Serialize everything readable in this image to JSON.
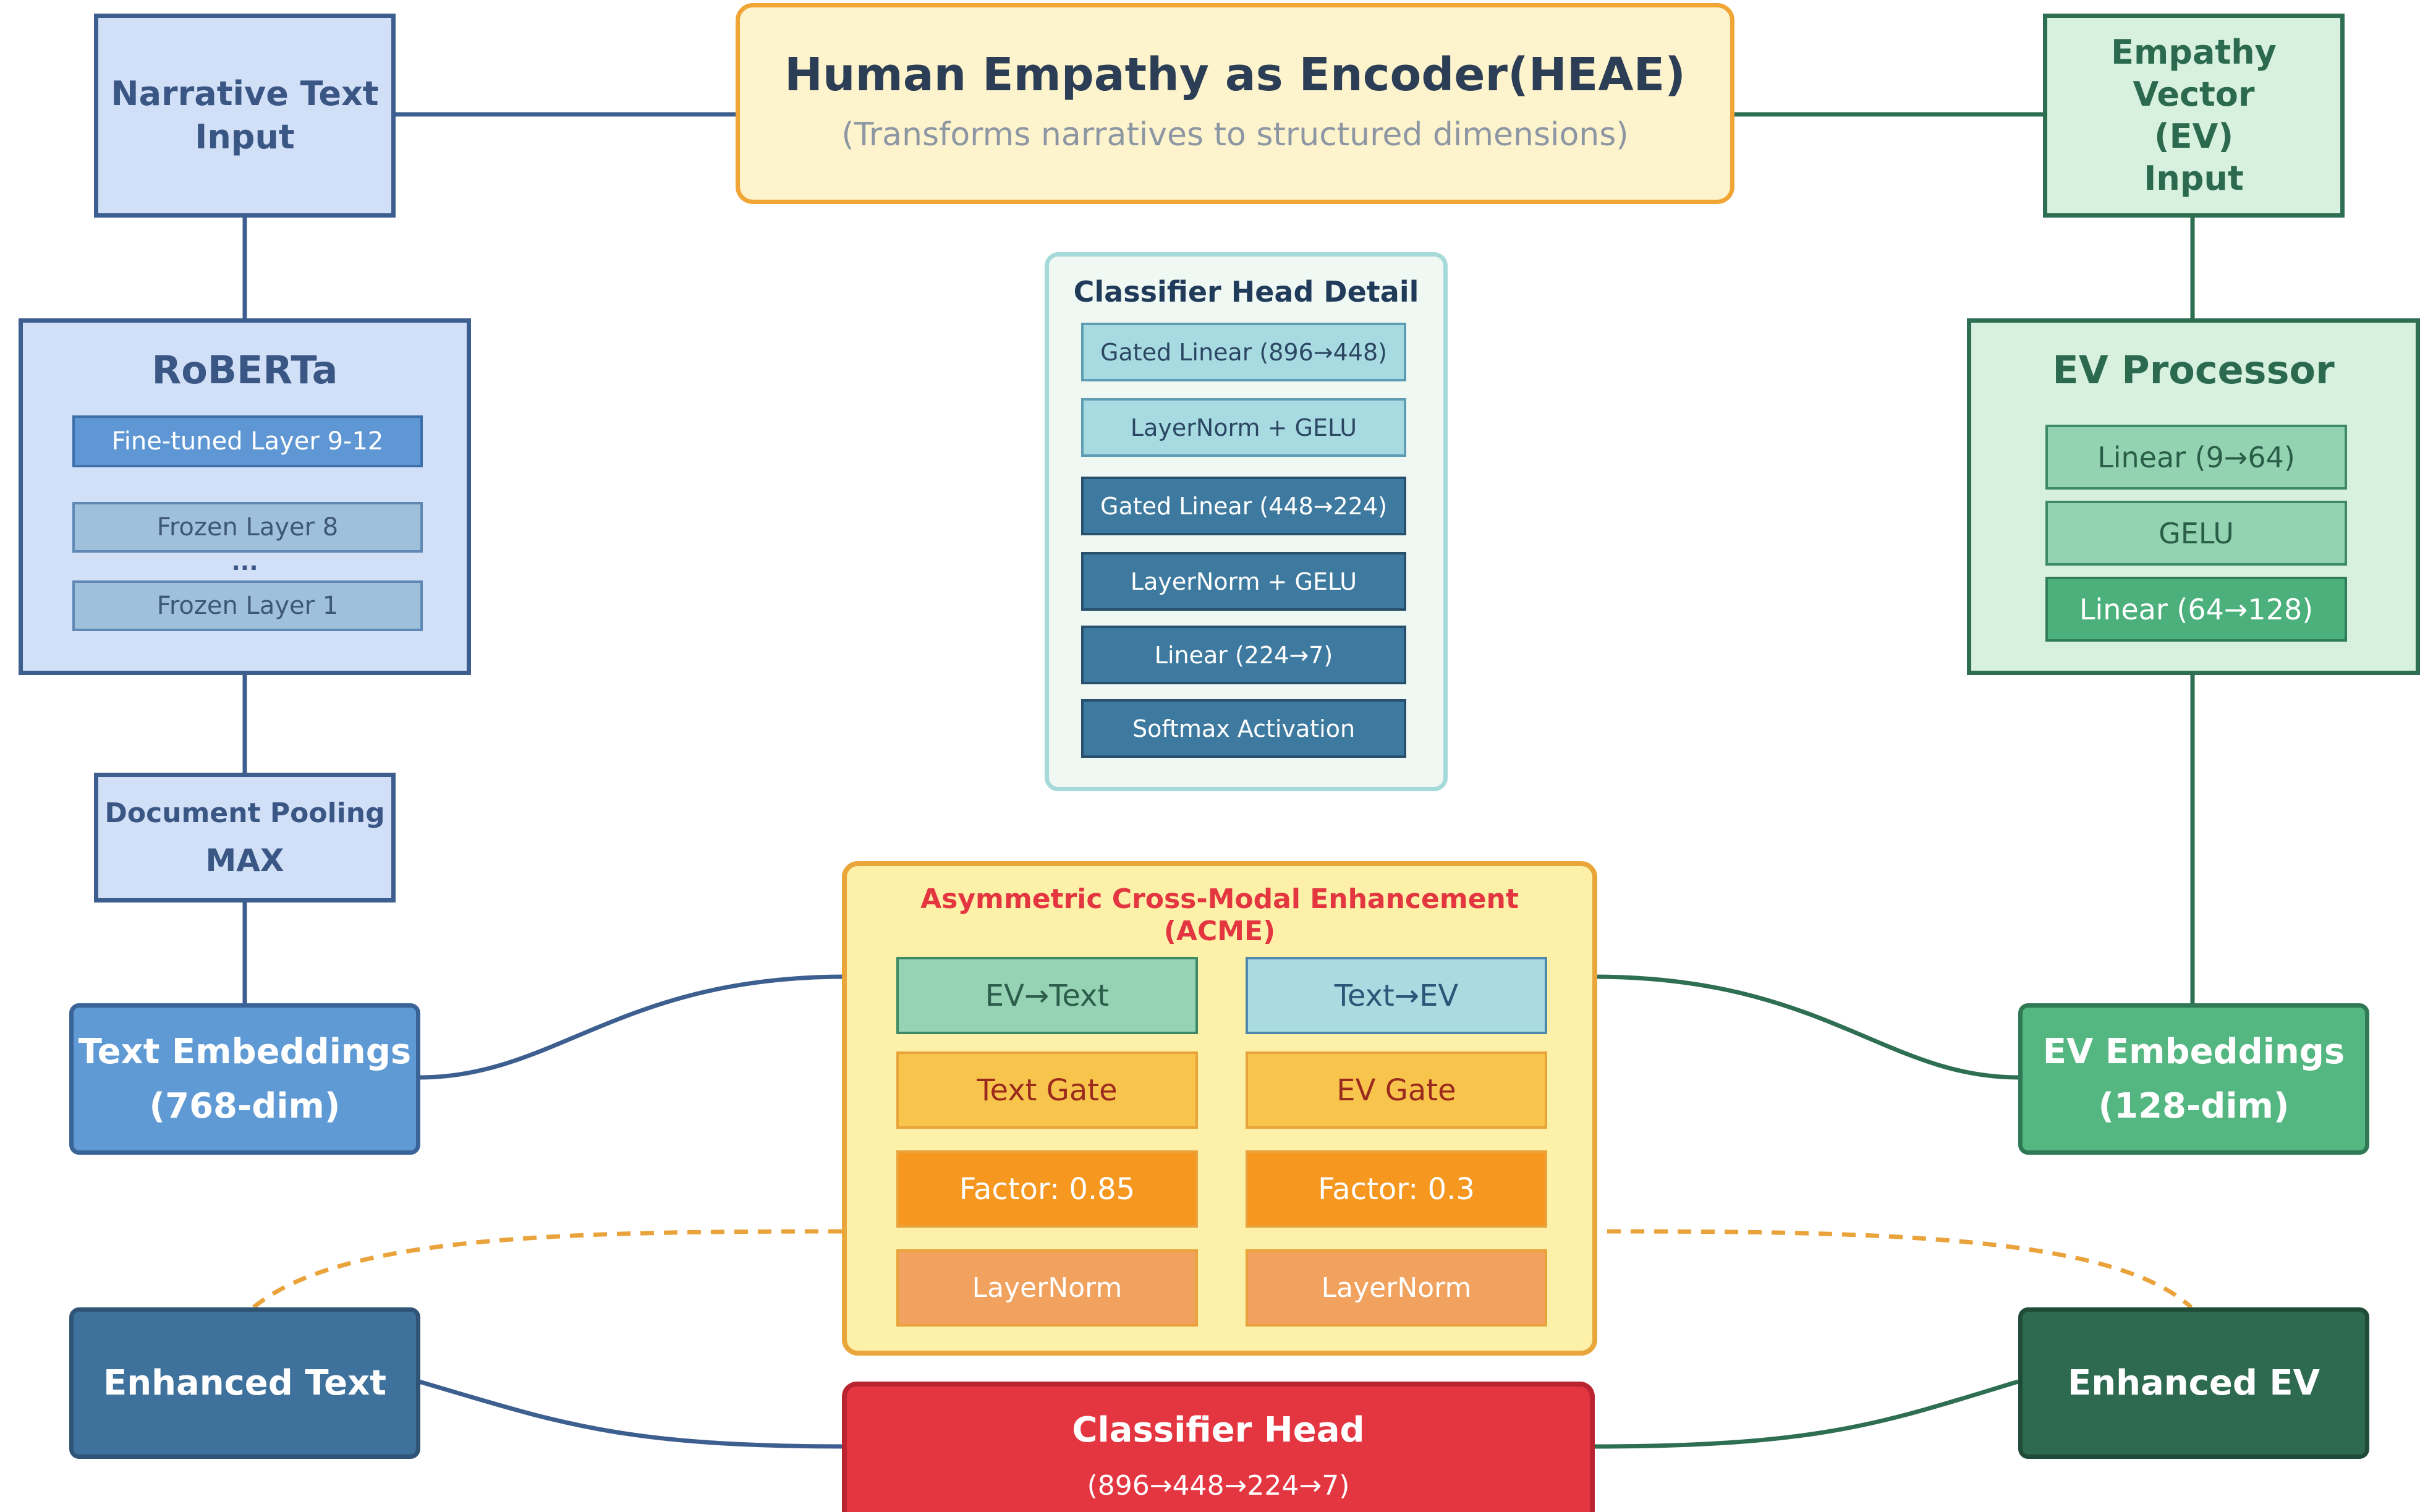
{
  "colors": {
    "blue_border": "#3d5f8f",
    "blue_fill": "#d2e0f7",
    "green_border": "#2e6e52",
    "green_fill": "#d7f1de",
    "title_fill": "#fdf3cc",
    "title_border": "#f0a534",
    "acme_fill": "#fdf0a8",
    "acme_border": "#e9a63a",
    "classifier_red": "#e33641",
    "dashed_orange": "#e9a33a"
  },
  "header": {
    "title": "Human Empathy as Encoder(HEAE)",
    "subtitle": "(Transforms narratives to structured dimensions)"
  },
  "left": {
    "narrative_input": {
      "line1": "Narrative Text",
      "line2": "Input"
    },
    "roberta": {
      "title": "RoBERTa",
      "layers": [
        "Fine-tuned Layer 9-12",
        "Frozen Layer 8",
        "Frozen Layer 1"
      ],
      "ellipsis": "..."
    },
    "pooling": {
      "line1": "Document Pooling",
      "line2": "MAX"
    },
    "text_embeddings": {
      "line1": "Text Embeddings",
      "line2": "(768-dim)"
    },
    "enhanced_text": "Enhanced Text"
  },
  "right": {
    "ev_input": {
      "line1": "Empathy Vector",
      "line2": "(EV)",
      "line3": "Input"
    },
    "ev_processor": {
      "title": "EV Processor",
      "layers": [
        "Linear (9→64)",
        "GELU",
        "Linear (64→128)"
      ]
    },
    "ev_embeddings": {
      "line1": "EV Embeddings",
      "line2": "(128-dim)"
    },
    "enhanced_ev": "Enhanced EV"
  },
  "classifier_detail": {
    "title": "Classifier Head Detail",
    "layers": [
      "Gated Linear (896→448)",
      "LayerNorm + GELU",
      "Gated Linear (448→224)",
      "LayerNorm + GELU",
      "Linear (224→7)",
      "Softmax Activation"
    ]
  },
  "acme": {
    "title_line1": "Asymmetric Cross-Modal Enhancement",
    "title_line2": "(ACME)",
    "left_column": [
      "EV→Text",
      "Text Gate",
      "Factor: 0.85",
      "LayerNorm"
    ],
    "right_column": [
      "Text→EV",
      "EV Gate",
      "Factor: 0.3",
      "LayerNorm"
    ]
  },
  "classifier_head": {
    "title": "Classifier Head",
    "dims": "(896→448→224→7)"
  }
}
